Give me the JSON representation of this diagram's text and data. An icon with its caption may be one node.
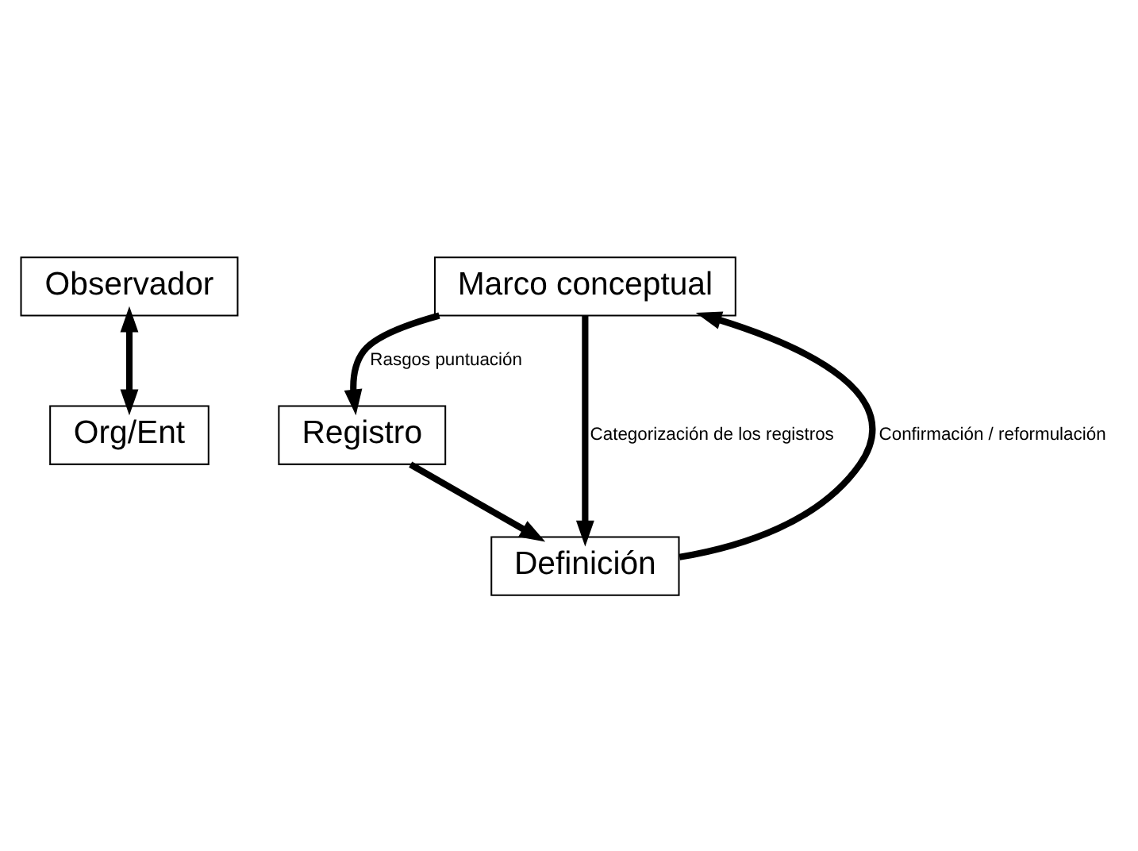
{
  "diagram": {
    "nodes": [
      {
        "text": [
          "Observador"
        ]
      },
      {
        "text": [
          "Org/Ent"
        ]
      },
      {
        "text": [
          "Marco conceptual"
        ]
      },
      {
        "text": [
          "Registro"
        ]
      },
      {
        "text": [
          "Definición"
        ]
      }
    ],
    "edges": [
      {
        "from": 0,
        "to": 1,
        "arrow": "both"
      },
      {
        "from": 2,
        "to": 3,
        "arrow": "to",
        "label": "Rasgos puntuación"
      },
      {
        "from": 3,
        "to": 4,
        "arrow": "to"
      },
      {
        "from": 2,
        "to": 4,
        "arrow": "to",
        "label": "Categorización de los registros"
      },
      {
        "from": 4,
        "to": 2,
        "arrow": "to",
        "label": "Confirmación / reformulación"
      }
    ]
  }
}
